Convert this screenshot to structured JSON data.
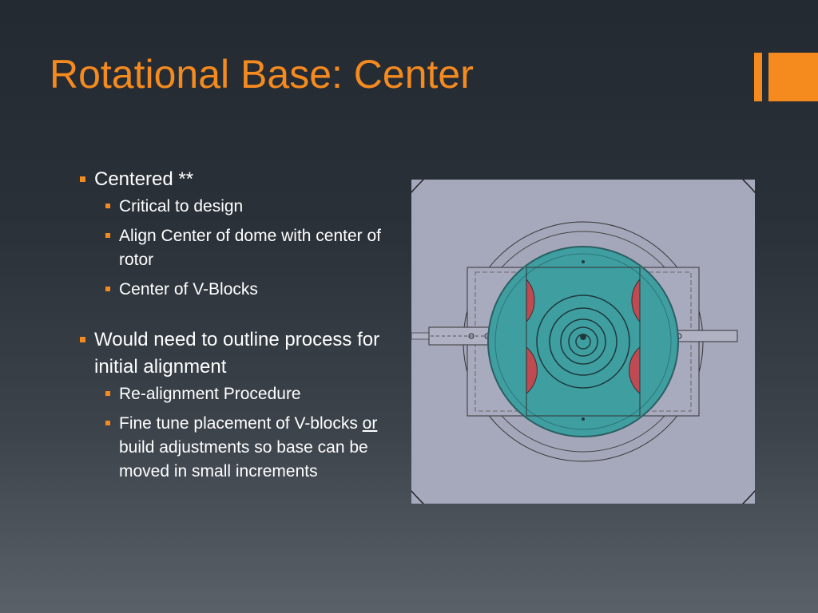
{
  "slide": {
    "title": "Rotational Base: Center"
  },
  "bullets": [
    {
      "text": "Centered **",
      "sub": [
        "Critical to design",
        "Align Center of dome with center of rotor",
        "Center of V-Blocks"
      ]
    },
    {
      "text": "Would need to outline process for initial alignment",
      "sub_a": "Re-alignment Procedure",
      "sub_b_pre": "Fine tune placement of V-blocks ",
      "sub_b_underlined": "or ",
      "sub_b_post": "build adjustments so base can be moved in small increments"
    }
  ],
  "colors": {
    "accent": "#f58a1f",
    "figure_background": "#a6a8bc",
    "rotor_teal": "#3e9ea0",
    "vblock_red": "#c04a52"
  }
}
